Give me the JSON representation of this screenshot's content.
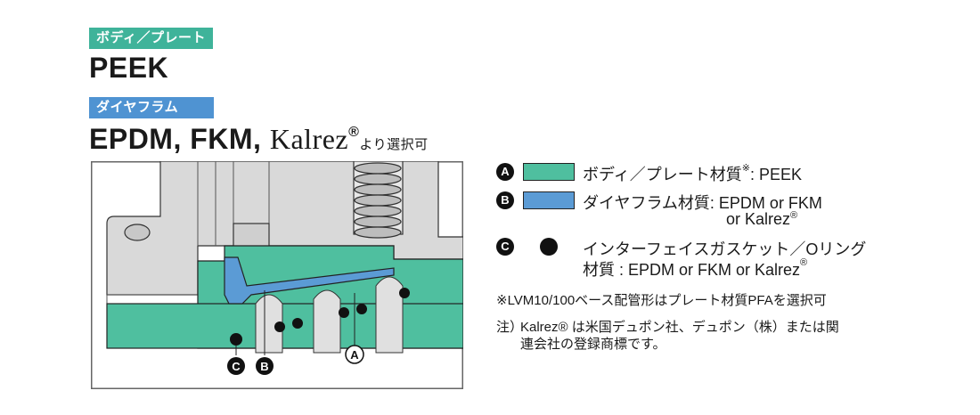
{
  "header": {
    "body_tag": "ボディ／プレート",
    "body_material": "PEEK",
    "diaphragm_tag": "ダイヤフラム",
    "diaphragm_materials": "EPDM, FKM,",
    "kalrez": "Kalrez",
    "reg": "®",
    "selectable": "より選択可"
  },
  "diagram": {
    "callout_a": "A",
    "callout_b": "B",
    "callout_c": "C"
  },
  "legend": {
    "a": {
      "key": "A",
      "label": "ボディ／プレート材質",
      "mark": "※",
      "value": ": PEEK",
      "color": "#4fbf9f"
    },
    "b": {
      "key": "B",
      "label": "ダイヤフラム材質",
      "value": ": EPDM or FKM",
      "value2": "or Kalrez",
      "reg": "®",
      "color": "#5b9bd5"
    },
    "c": {
      "key": "C",
      "label": "インターフェイスガスケット／Oリング",
      "line2": "材質 : EPDM or FKM or Kalrez",
      "reg": "®"
    }
  },
  "notes": {
    "note1": "※LVM10/100ベース配管形はプレート材質PFAを選択可",
    "note2_prefix": "注）",
    "note2_line1": "Kalrez® は米国デュポン社、デュポン（株）または関",
    "note2_line2": "連会社の登録商標です。"
  }
}
